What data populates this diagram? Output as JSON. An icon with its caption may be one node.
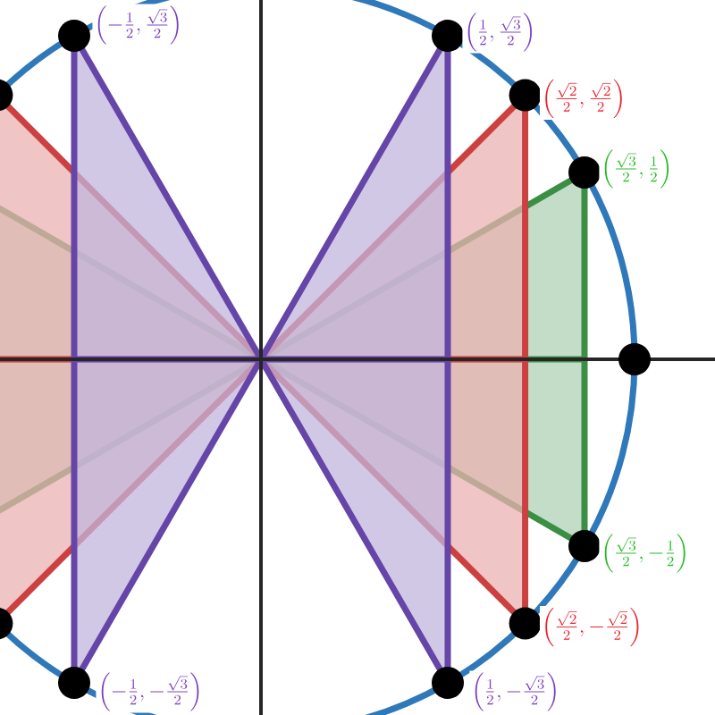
{
  "diagram": {
    "nodes": [
      {
        "text": [],
        "shape": "circle",
        "beside": [
          "\\left(-\\frac{1}{2},\\frac{\\sqrt{3}}{2}\\right)"
        ]
      },
      {
        "text": [],
        "shape": "circle",
        "beside": [
          "\\left(\\frac{1}{2},\\frac{\\sqrt{3}}{2}\\right)"
        ]
      },
      {
        "text": [],
        "shape": "circle"
      },
      {
        "text": [],
        "shape": "circle",
        "beside": [
          "\\left(\\frac{\\sqrt{2}}{2},\\frac{\\sqrt{2}}{2}\\right)"
        ]
      },
      {
        "text": [],
        "shape": "circle",
        "beside": [
          "\\left(\\frac{\\sqrt{3}}{2},\\frac{1}{2}\\right)"
        ]
      },
      {
        "text": [],
        "shape": "circle"
      },
      {
        "text": [],
        "shape": "circle",
        "beside": [
          "\\left(\\frac{\\sqrt{3}}{2},-\\frac{1}{2}\\right)"
        ]
      },
      {
        "text": [],
        "shape": "circle"
      },
      {
        "text": [],
        "shape": "circle",
        "beside": [
          "\\left(\\frac{\\sqrt{2}}{2},-\\frac{\\sqrt{2}}{2}\\right)"
        ]
      },
      {
        "text": [],
        "shape": "circle",
        "beside": [
          "\\left(-\\frac{1}{2},-\\frac{\\sqrt{3}}{2}\\right)"
        ]
      },
      {
        "text": [],
        "shape": "circle",
        "beside": [
          "\\left(\\frac{1}{2},-\\frac{\\sqrt{3}}{2}\\right)"
        ]
      }
    ]
  }
}
